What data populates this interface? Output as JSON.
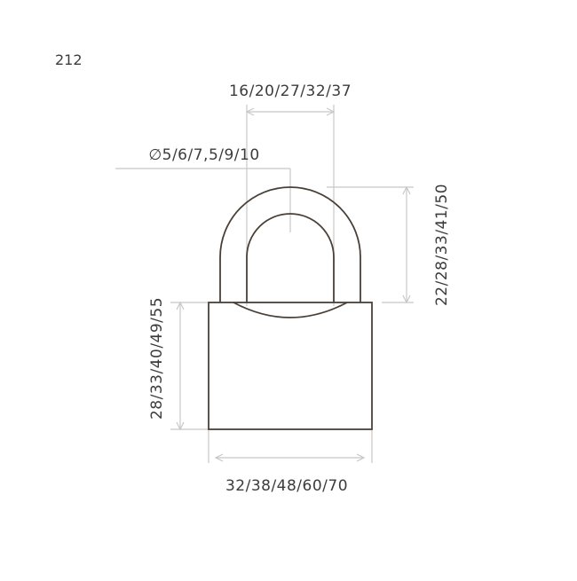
{
  "model_number": "212",
  "dimensions": {
    "shackle_clearance": "16/20/27/32/37",
    "shackle_diameter": "∅5/6/7,5/9/10",
    "shackle_height": "22/28/33/41/50",
    "body_height": "28/33/40/49/55",
    "body_width": "32/38/48/60/70"
  },
  "colors": {
    "outline": "#4a4038",
    "dimension_line": "#c8c8c8",
    "text": "#3c3c3c"
  }
}
